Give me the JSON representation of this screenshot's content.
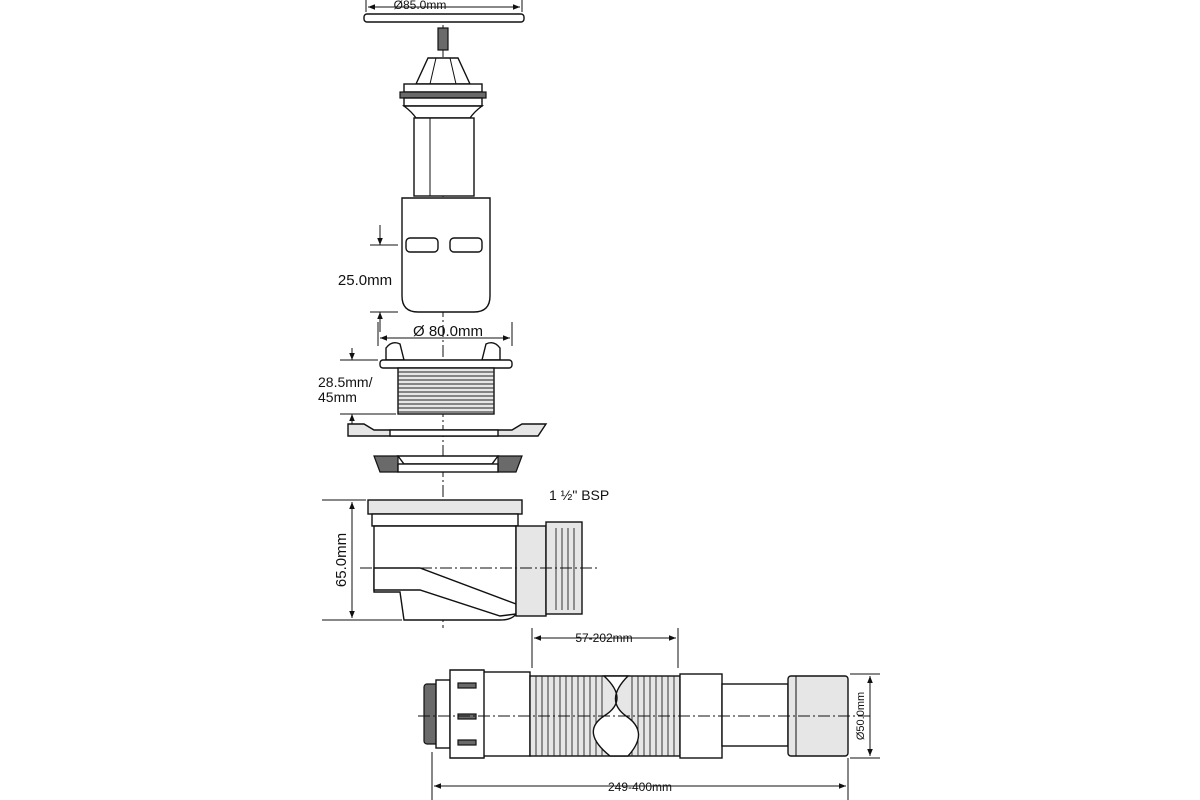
{
  "dimensions": {
    "grate_diameter": "Ø85.0mm",
    "cup_height": "25.0mm",
    "flange_diameter": "Ø 80.0mm",
    "thread_length_line1": "28.5mm/",
    "thread_length_line2": "45mm",
    "outlet_thread": "1 ½\" BSP",
    "trap_height": "65.0mm",
    "flex_section": "57-202mm",
    "hose_diameter": "Ø50.0mm",
    "total_length": "249-400mm"
  }
}
